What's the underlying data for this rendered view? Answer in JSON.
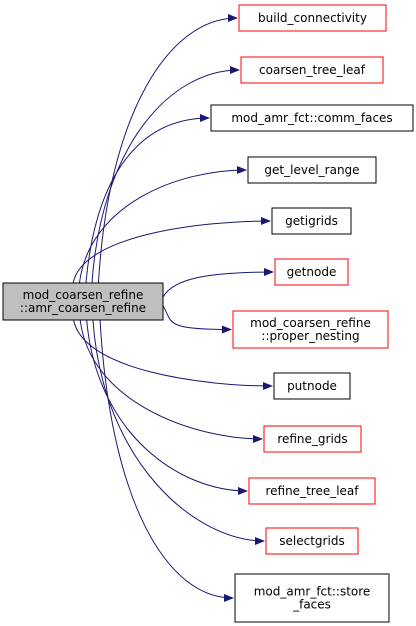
{
  "diagram": {
    "type": "call-graph",
    "colors": {
      "root_fill": "#bfbfbf",
      "root_border": "#000000",
      "linked_border": "#000000",
      "undocumented_border": "#ff0000",
      "edge": "#191970"
    },
    "root": {
      "id": "root",
      "lines": [
        "mod_coarsen_refine",
        "::amr_coarsen_refine"
      ]
    },
    "callees": [
      {
        "id": "build_connectivity",
        "lines": [
          "build_connectivity"
        ],
        "border": "red"
      },
      {
        "id": "coarsen_tree_leaf",
        "lines": [
          "coarsen_tree_leaf"
        ],
        "border": "red"
      },
      {
        "id": "comm_faces",
        "lines": [
          "mod_amr_fct::comm_faces"
        ],
        "border": "black"
      },
      {
        "id": "get_level_range",
        "lines": [
          "get_level_range"
        ],
        "border": "black"
      },
      {
        "id": "getigrids",
        "lines": [
          "getigrids"
        ],
        "border": "black"
      },
      {
        "id": "getnode",
        "lines": [
          "getnode"
        ],
        "border": "red"
      },
      {
        "id": "proper_nesting",
        "lines": [
          "mod_coarsen_refine",
          "::proper_nesting"
        ],
        "border": "red"
      },
      {
        "id": "putnode",
        "lines": [
          "putnode"
        ],
        "border": "black"
      },
      {
        "id": "refine_grids",
        "lines": [
          "refine_grids"
        ],
        "border": "red"
      },
      {
        "id": "refine_tree_leaf",
        "lines": [
          "refine_tree_leaf"
        ],
        "border": "red"
      },
      {
        "id": "selectgrids",
        "lines": [
          "selectgrids"
        ],
        "border": "red"
      },
      {
        "id": "store_faces",
        "lines": [
          "mod_amr_fct::store",
          "_faces"
        ],
        "border": "black"
      }
    ]
  }
}
